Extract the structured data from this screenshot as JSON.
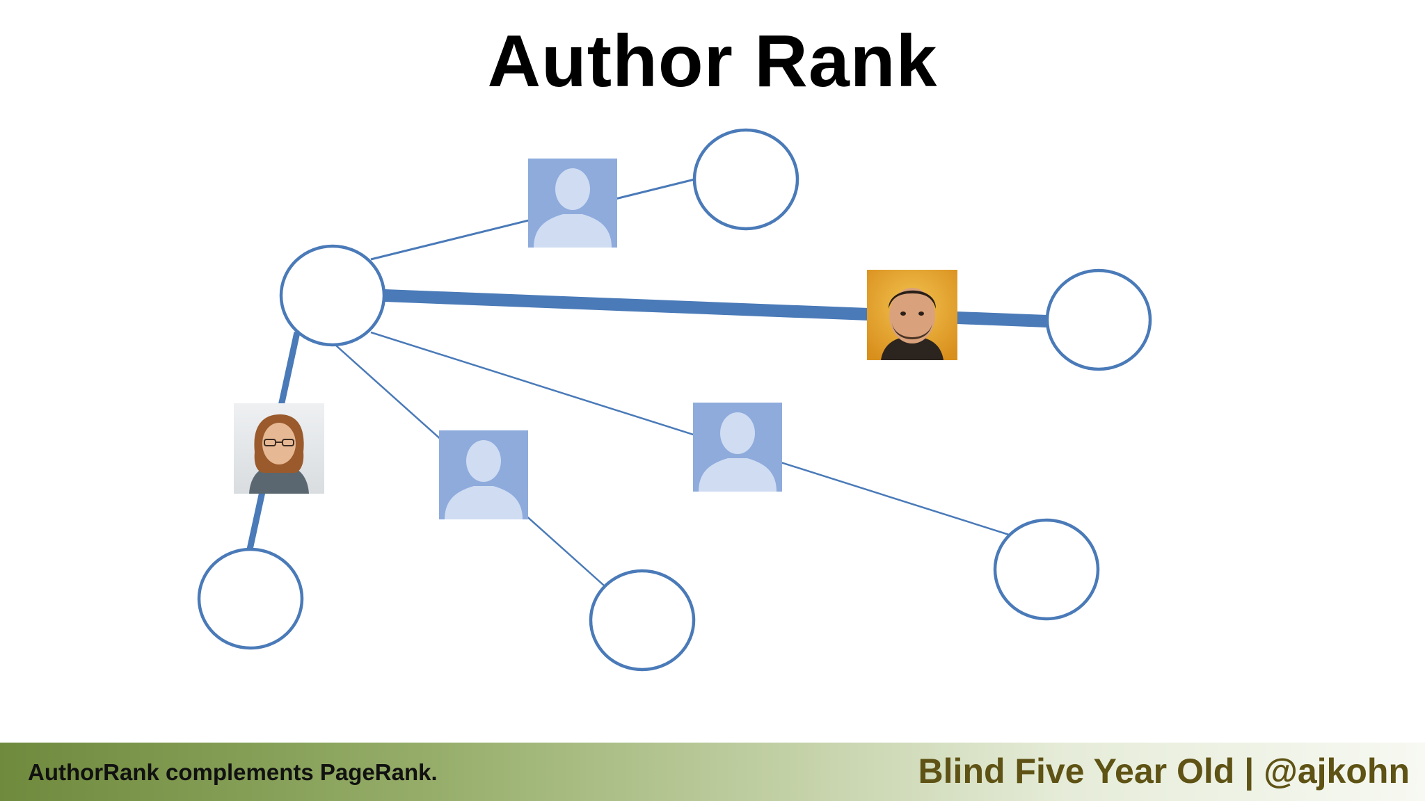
{
  "slide": {
    "title": "Author Rank",
    "footer_caption": "AuthorRank complements PageRank.",
    "footer_brand": "Blind Five Year Old | @ajkohn"
  },
  "colors": {
    "edge": "#4a7ab8",
    "node_stroke": "#4a7ab8",
    "node_fill": "#ffffff",
    "avatar_placeholder_bg": "#8eabdc",
    "avatar_placeholder_silhouette": "#cfdcf2",
    "footer_brand_text": "#5e5214"
  },
  "diagram": {
    "hub": "node-hub",
    "nodes": [
      "node-hub",
      "node-top",
      "node-right",
      "node-bottom-left",
      "node-bottom-center",
      "node-bottom-right"
    ],
    "edges": [
      {
        "from": "node-hub",
        "to": "node-top",
        "weight": "thin",
        "author": "generic-author-top"
      },
      {
        "from": "node-hub",
        "to": "node-right",
        "weight": "thick",
        "author": "author-photo-man"
      },
      {
        "from": "node-hub",
        "to": "node-bottom-left",
        "weight": "thick",
        "author": "author-photo-woman"
      },
      {
        "from": "node-hub",
        "to": "node-bottom-center",
        "weight": "thin",
        "author": "generic-author-middle"
      },
      {
        "from": "node-hub",
        "to": "node-bottom-right",
        "weight": "thin",
        "author": "generic-author-right"
      }
    ]
  }
}
